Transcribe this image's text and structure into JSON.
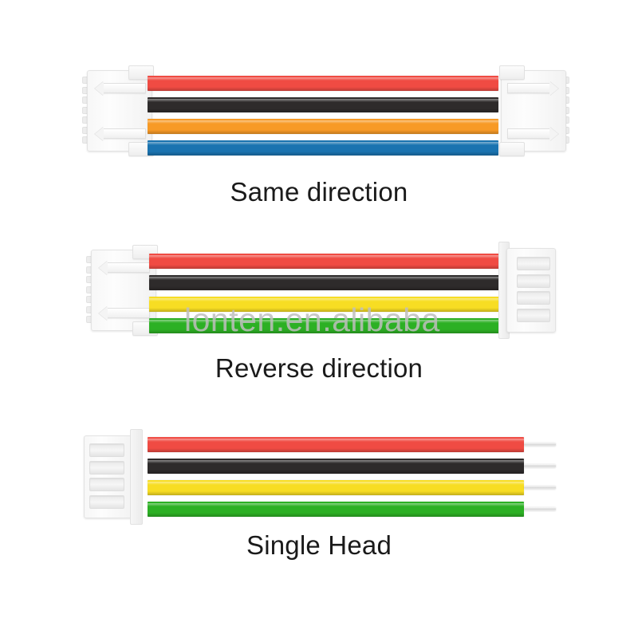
{
  "page": {
    "background_color": "#ffffff",
    "watermark": "lonten.en.alibaba",
    "watermark_color": "#bfbfbf"
  },
  "palette": {
    "red": "#f04b43",
    "black": "#2e2b2b",
    "orange": "#f79a26",
    "blue": "#1a73b0",
    "yellow": "#f7dd23",
    "green": "#2cb024",
    "housing_white": "#f6f6f6",
    "lead_silver": "#e0e0e0"
  },
  "variants": [
    {
      "id": "same-direction",
      "caption": "Same direction",
      "left_connector": {
        "type": "front-view",
        "orientation": "opening-right",
        "pins": 4
      },
      "right_connector": {
        "type": "front-view",
        "orientation": "opening-left",
        "pins": 4
      },
      "wires": [
        {
          "color_name": "red",
          "color": "#f04b43"
        },
        {
          "color_name": "black",
          "color": "#2e2b2b"
        },
        {
          "color_name": "orange",
          "color": "#f79a26"
        },
        {
          "color_name": "blue",
          "color": "#1a73b0"
        }
      ]
    },
    {
      "id": "reverse-direction",
      "caption": "Reverse direction",
      "left_connector": {
        "type": "front-view",
        "orientation": "opening-right",
        "pins": 4
      },
      "right_connector": {
        "type": "reverse-view",
        "orientation": "slots-right",
        "pins": 4
      },
      "wires": [
        {
          "color_name": "red",
          "color": "#f04b43"
        },
        {
          "color_name": "black",
          "color": "#2e2b2b"
        },
        {
          "color_name": "yellow",
          "color": "#f7dd23"
        },
        {
          "color_name": "green",
          "color": "#2cb024"
        }
      ]
    },
    {
      "id": "single-head",
      "caption": "Single Head",
      "left_connector": {
        "type": "reverse-view",
        "orientation": "slots-left",
        "pins": 4
      },
      "right_connector": {
        "type": "none",
        "free_ends": "tinned-stripped-leads",
        "pins": 4
      },
      "wires": [
        {
          "color_name": "red",
          "color": "#f04b43"
        },
        {
          "color_name": "black",
          "color": "#2e2b2b"
        },
        {
          "color_name": "yellow",
          "color": "#f7dd23"
        },
        {
          "color_name": "green",
          "color": "#2cb024"
        }
      ]
    }
  ]
}
